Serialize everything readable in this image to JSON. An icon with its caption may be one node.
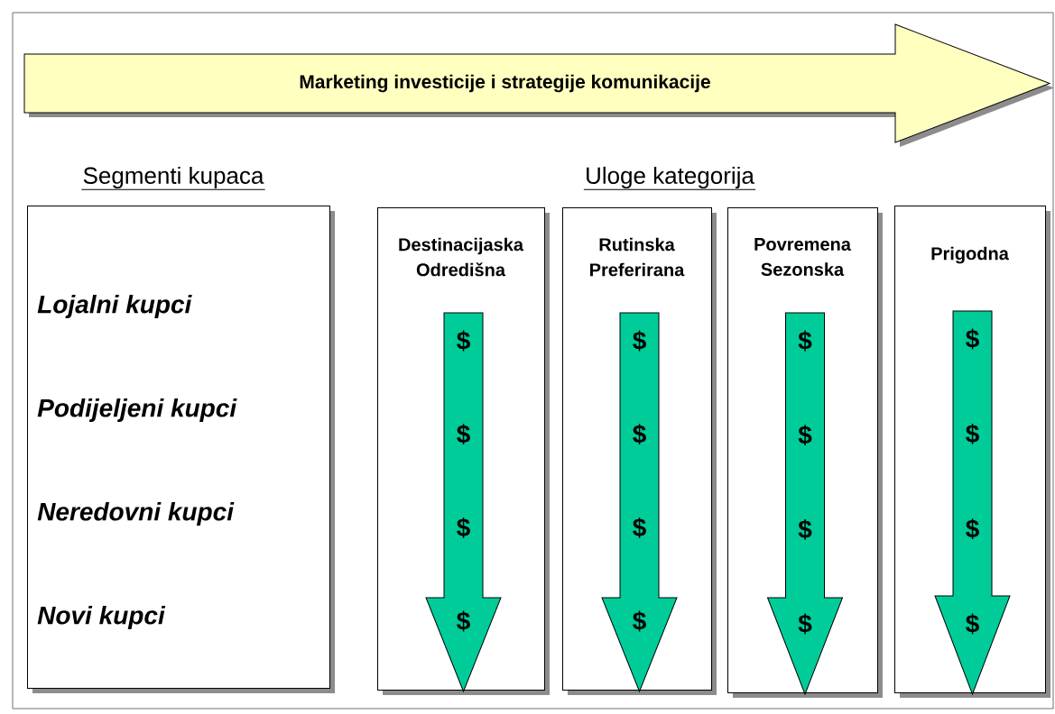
{
  "diagram": {
    "nodes": [
      {
        "text": [
          "Marketing investicije i strategije komunikacije"
        ]
      },
      {
        "text": [
          "Lojalni kupci",
          "Podijeljeni kupci",
          "Neredovni kupci",
          "Novi kupci"
        ]
      },
      {
        "text": [
          "Destinacijaska Odredišna"
        ]
      },
      {
        "text": [
          "$",
          "$",
          "$",
          "$"
        ],
        "in": 2
      },
      {
        "text": [
          "Rutinska Preferirana"
        ]
      },
      {
        "text": [
          "$",
          "$",
          "$",
          "$"
        ],
        "in": 4
      },
      {
        "text": [
          "Povremena Sezonska"
        ]
      },
      {
        "text": [
          "$",
          "$",
          "$",
          "$"
        ],
        "in": 6
      },
      {
        "text": [
          "Prigodna"
        ]
      },
      {
        "text": [
          "$",
          "$",
          "$",
          "$"
        ],
        "in": 8
      }
    ],
    "labels": [
      "Segmenti kupaca",
      "Uloge kategorija"
    ]
  }
}
